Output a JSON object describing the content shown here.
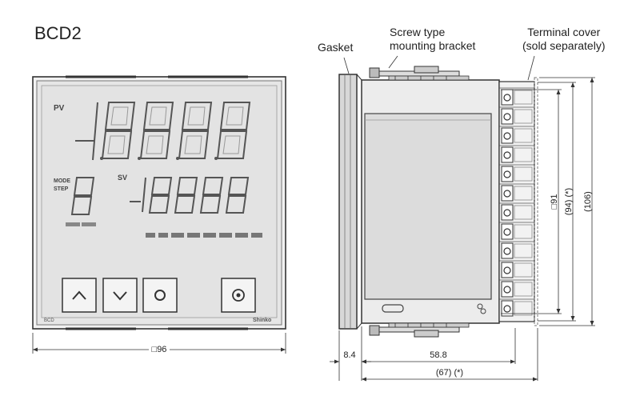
{
  "title": "BCD2",
  "labels": {
    "gasket": "Gasket",
    "bracket_line1": "Screw type",
    "bracket_line2": "mounting bracket",
    "cover_line1": "Terminal cover",
    "cover_line2": "(sold separately)"
  },
  "front_panel": {
    "pv_label": "PV",
    "sv_label": "SV",
    "mode_label": "MODE",
    "step_label": "STEP",
    "pv_digits": "-1.8.8.8.8",
    "sv_digits": "-1.8.8.8.8",
    "step_digit": "8",
    "model_mark": "BCD",
    "brand_mark": "Shinko",
    "keys": [
      {
        "name": "up",
        "glyph": "^"
      },
      {
        "name": "down",
        "glyph": "v"
      },
      {
        "name": "mode",
        "glyph": "o"
      },
      {
        "name": "run",
        "glyph": "@"
      }
    ]
  },
  "dimensions": {
    "front_width": "□96",
    "gasket_depth": "8.4",
    "body_depth": "58.8",
    "total_depth": "(67) (*)",
    "panel_cutout": "□91",
    "inner_height": "(94) (*)",
    "outer_height": "(106)"
  },
  "colors": {
    "line": "#333333",
    "panel_fill": "#e6e6e6",
    "display_fill": "#d9d9d9",
    "segment": "#666666",
    "bezel": "#b8b8b8"
  }
}
